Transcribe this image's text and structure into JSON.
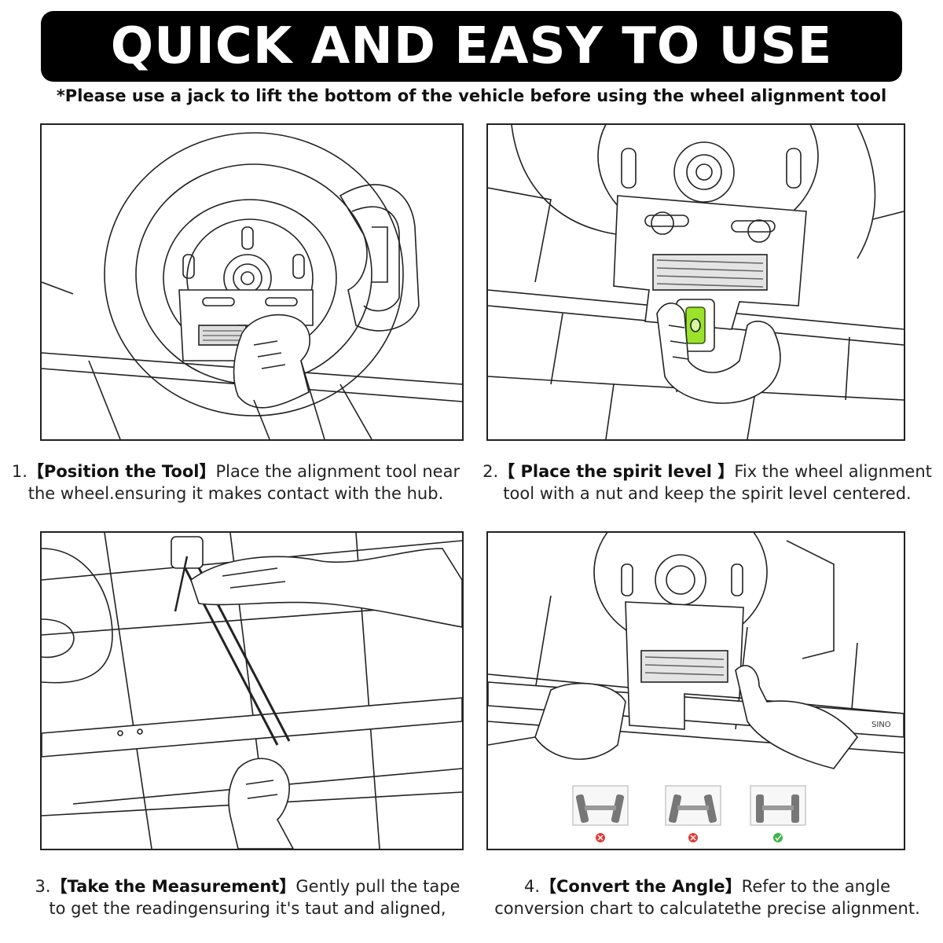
{
  "header": {
    "title": "QUICK AND EASY TO USE",
    "subtitle": "*Please use a jack to lift the bottom of the vehicle before using the wheel alignment tool"
  },
  "steps": [
    {
      "number": "1.",
      "heading": "【Position the Tool】",
      "text_line1": "Place the alignment tool near",
      "text_line2": "the wheel.ensuring it makes contact with the hub."
    },
    {
      "number": "2.",
      "heading": "【 Place the spirit level 】",
      "text_line1": "Fix the wheel alignment",
      "text_line2": "tool with a nut and keep the spirit level centered."
    },
    {
      "number": "3.",
      "heading": "【Take the Measurement】",
      "text_line1": "Gently pull the tape",
      "text_line2": "to get the readingensuring it's taut and aligned,"
    },
    {
      "number": "4.",
      "heading": "【Convert the Angle】",
      "text_line1": "Refer to the angle",
      "text_line2": "conversion chart to calculatethe precise alignment."
    }
  ],
  "panel4": {
    "brand_mark": "SINO"
  },
  "colors": {
    "banner_bg": "#000000",
    "level_bubble": "#9BE22A",
    "status_wrong": "#E53935",
    "status_correct": "#3BB54A"
  }
}
